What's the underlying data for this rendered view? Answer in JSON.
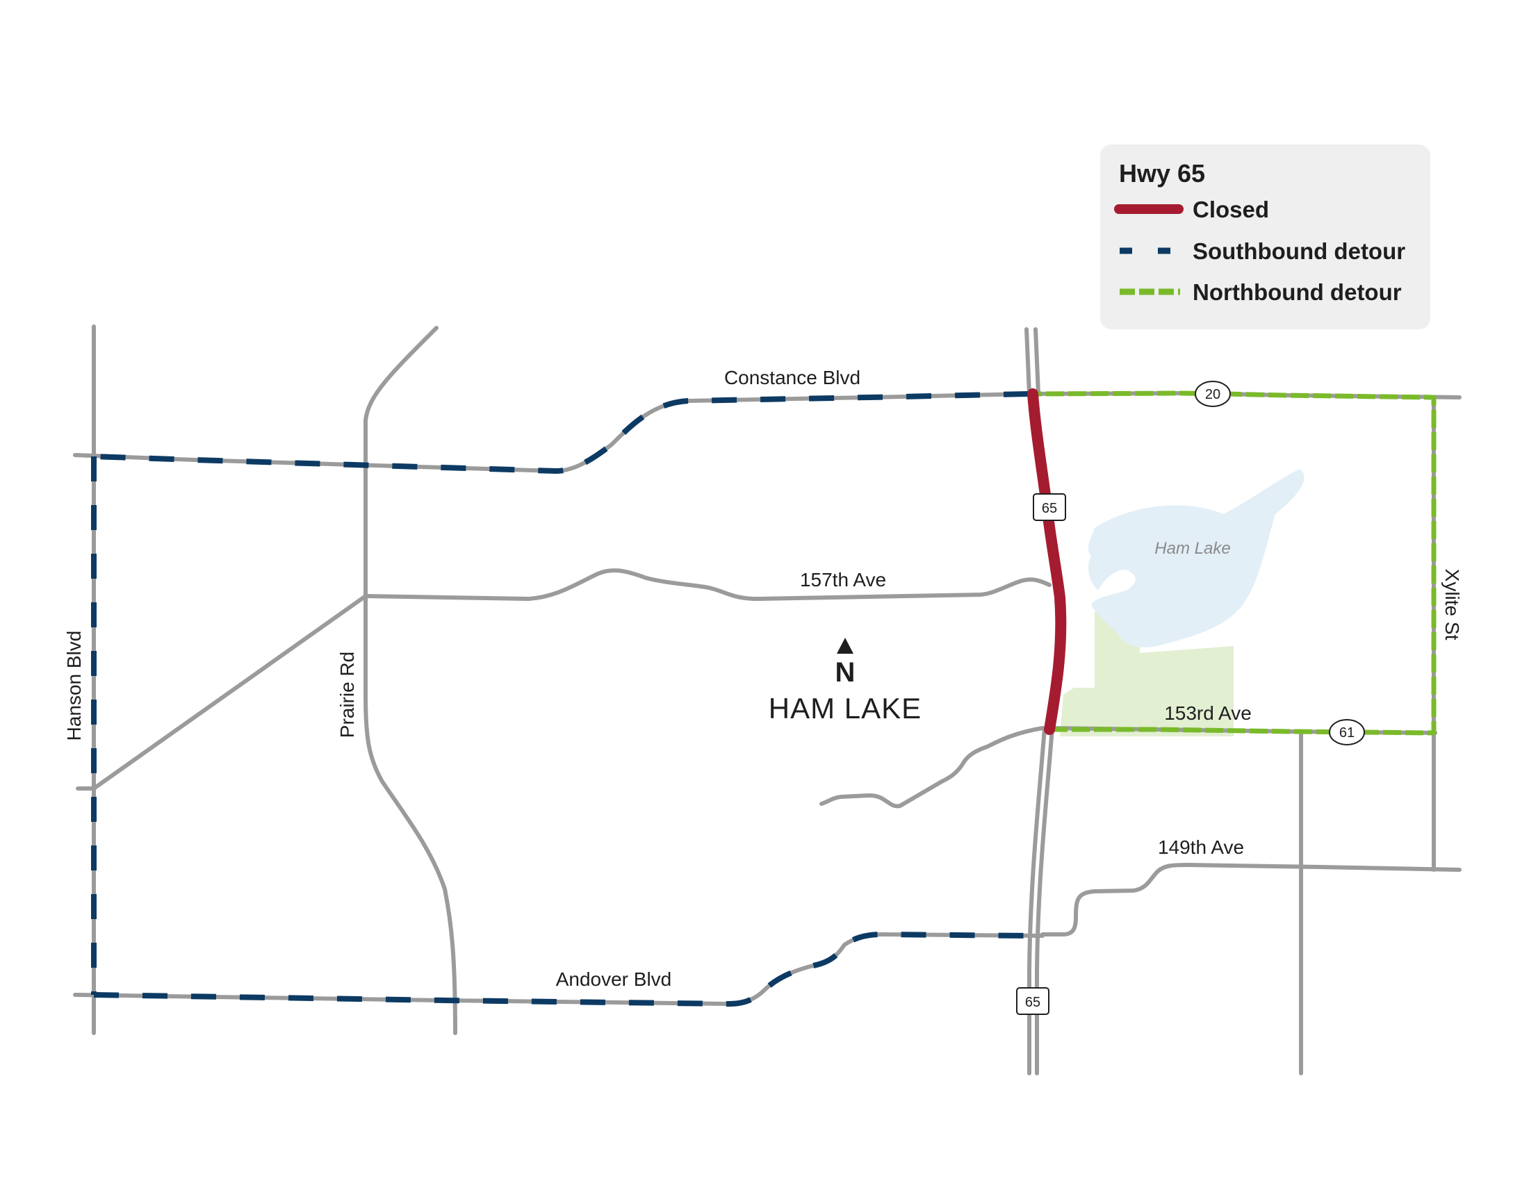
{
  "legend": {
    "title": "Hwy 65",
    "items": [
      {
        "label": "Closed",
        "style": "closed"
      },
      {
        "label": "Southbound detour",
        "style": "southbound"
      },
      {
        "label": "Northbound detour",
        "style": "northbound"
      }
    ]
  },
  "colors": {
    "road": "#9b9b9b",
    "closed": "#a51c30",
    "southbound": "#0c3a63",
    "northbound": "#7aba2a",
    "lake": "#e3eff7",
    "park": "#e2efd1",
    "legend_bg": "#efefef"
  },
  "roads": {
    "constance": "Constance Blvd",
    "ave157": "157th Ave",
    "ave153": "153rd Ave",
    "ave149": "149th Ave",
    "andover": "Andover Blvd",
    "hanson": "Hanson Blvd",
    "prairie": "Prairie Rd",
    "xylite": "Xylite St"
  },
  "shields": {
    "hwy65_north": "65",
    "hwy65_south": "65",
    "cr20": "20",
    "cr61": "61"
  },
  "places": {
    "city": "HAM LAKE",
    "lake": "Ham Lake"
  },
  "compass": {
    "letter": "N",
    "icon": "north-arrow-icon"
  }
}
